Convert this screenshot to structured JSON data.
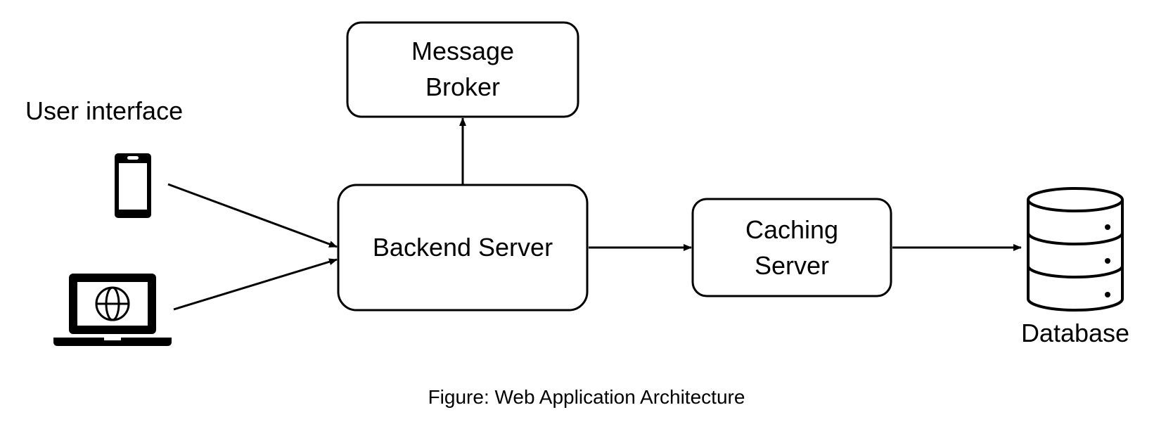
{
  "nodes": {
    "user_interface": {
      "label": "User interface"
    },
    "message_broker": {
      "line1": "Message",
      "line2": "Broker"
    },
    "backend_server": {
      "label": "Backend Server"
    },
    "caching_server": {
      "line1": "Caching",
      "line2": "Server"
    },
    "database": {
      "label": "Database"
    }
  },
  "caption": "Figure: Web Application Architecture",
  "icons": [
    "smartphone-icon",
    "laptop-globe-icon",
    "database-cylinder-icon"
  ],
  "edges": [
    {
      "from": "smartphone",
      "to": "backend_server"
    },
    {
      "from": "laptop",
      "to": "backend_server"
    },
    {
      "from": "backend_server",
      "to": "message_broker"
    },
    {
      "from": "backend_server",
      "to": "caching_server"
    },
    {
      "from": "caching_server",
      "to": "database"
    }
  ]
}
